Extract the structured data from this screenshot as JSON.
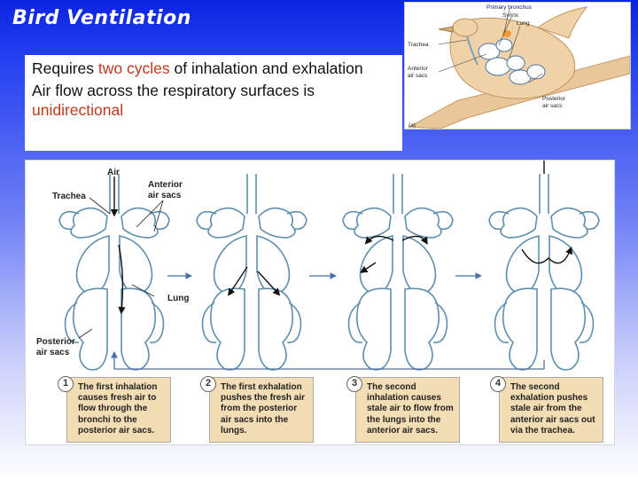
{
  "slide": {
    "title": "Bird Ventilation",
    "bullet1": {
      "pre": "Requires ",
      "highlight": "two cycles",
      "post": " of inhalation and exhalation"
    },
    "bullet2": {
      "pre": "Air flow across the respiratory surfaces is ",
      "highlight": "unidirectional"
    },
    "highlight_color": "#c0391b"
  },
  "bird_image": {
    "labels": {
      "primary_bronchus": "Primary bronchus",
      "syrinx": "Syrinx",
      "lung": "Lung",
      "trachea": "Trachea",
      "anterior": "Anterior",
      "air_sacs": "air sacs",
      "posterior": "Posterior",
      "air_sacs2": "air sacs",
      "panel": "(a)"
    }
  },
  "diagram": {
    "labels": {
      "air": "Air",
      "trachea": "Trachea",
      "anterior": "Anterior",
      "anterior_air_sacs": "air sacs",
      "lung": "Lung",
      "posterior": "Posterior",
      "posterior_air_sacs": "air sacs"
    },
    "steps": [
      {
        "num": "1",
        "text": "The first inhalation causes fresh air to flow through the bronchi to the posterior air sacs."
      },
      {
        "num": "2",
        "text": "The first exhalation pushes the fresh air from the posterior air sacs into the lungs."
      },
      {
        "num": "3",
        "text": "The second inhalation causes stale air to flow from the lungs into the anterior air sacs."
      },
      {
        "num": "4",
        "text": "The second exhalation pushes stale air from the anterior air sacs out via the trachea."
      }
    ]
  }
}
